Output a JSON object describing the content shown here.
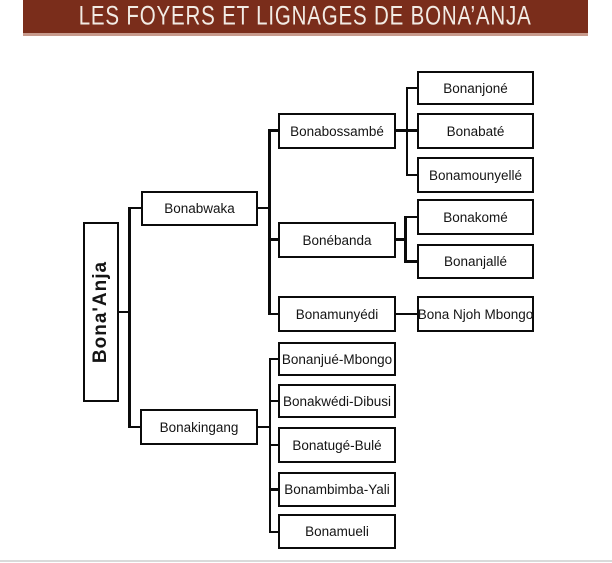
{
  "title": "LES FOYERS ET LIGNAGES DE BONA’ANJA",
  "colors": {
    "title_bg": "#7A2D1B",
    "title_text": "#F2EBE4",
    "box_border": "#0B0B0B",
    "box_bg": "#FFFFFF",
    "line": "#0B0B0B"
  },
  "nodes": {
    "bona_anja": "Bona'Anja",
    "bonabwaka": "Bonabwaka",
    "bonakingang": "Bonakingang",
    "bonabossambe": "Bonabossambé",
    "bonebanda": "Bonébanda",
    "bonamunyedi": "Bonamunyédi",
    "bonanjone": "Bonanjoné",
    "bonabate": "Bonabaté",
    "bonamounyelle": "Bonamounyellé",
    "bonakome": "Bonakomé",
    "bonanjalle": "Bonanjallé",
    "bona_njoh_mbongo": "Bona Njoh Mbongo",
    "bonanjue_mbongo": "Bonanjué-Mbongo",
    "bonakwedi_dibusi": "Bonakwédi-Dibusi",
    "bonatuge_bule": "Bonatugé-Bulé",
    "bonambimba_yali": "Bonambimba-Yali",
    "bonamueli": "Bonamueli"
  },
  "hierarchy": {
    "Bona'Anja": {
      "Bonabwaka": {
        "Bonabossambé": [
          "Bonanjoné",
          "Bonabaté",
          "Bonamounyellé"
        ],
        "Bonébanda": [
          "Bonakomé",
          "Bonanjallé"
        ],
        "Bonamunyédi": [
          "Bona Njoh Mbongo"
        ]
      },
      "Bonakingang": [
        "Bonanjué-Mbongo",
        "Bonakwédi-Dibusi",
        "Bonatugé-Bulé",
        "Bonambimba-Yali",
        "Bonamueli"
      ]
    }
  }
}
